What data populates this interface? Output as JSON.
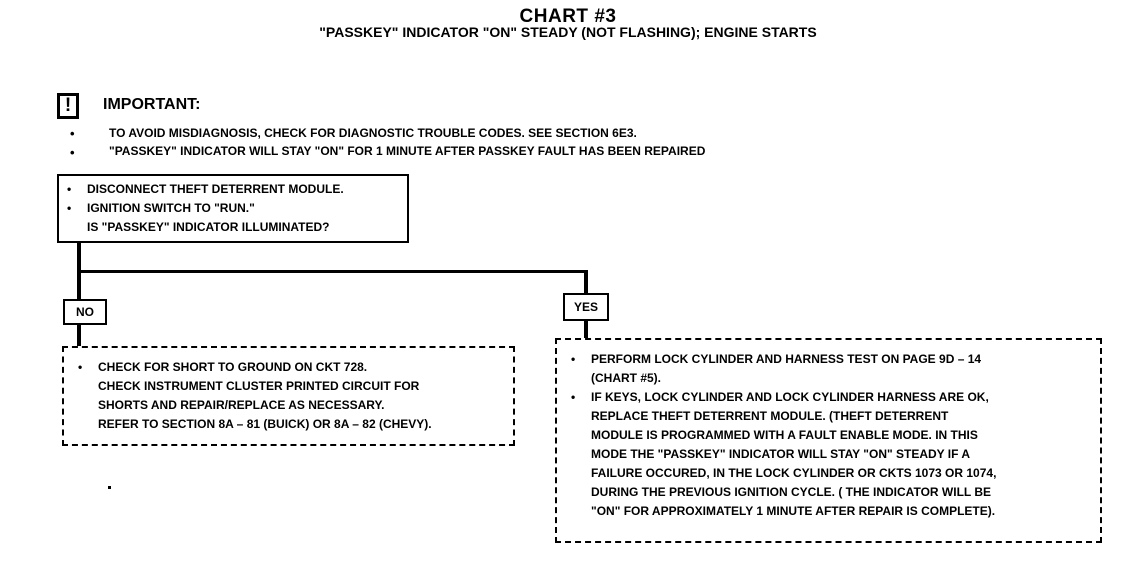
{
  "title": "CHART #3",
  "subtitle": "\"PASSKEY\" INDICATOR \"ON\" STEADY (NOT FLASHING); ENGINE STARTS",
  "important": {
    "icon": "exclamation-icon",
    "label": "IMPORTANT:",
    "notes": [
      "TO AVOID MISDIAGNOSIS, CHECK FOR DIAGNOSTIC TROUBLE CODES. SEE SECTION 6E3.",
      "\"PASSKEY\" INDICATOR WILL STAY \"ON\" FOR 1 MINUTE AFTER PASSKEY FAULT HAS BEEN REPAIRED"
    ]
  },
  "start_step": {
    "bullets": [
      "DISCONNECT THEFT DETERRENT MODULE.",
      "IGNITION SWITCH TO \"RUN.\""
    ],
    "question": "IS \"PASSKEY\" INDICATOR ILLUMINATED?"
  },
  "branches": {
    "no_label": "NO",
    "yes_label": "YES"
  },
  "no_action": {
    "lines": [
      "CHECK FOR SHORT TO GROUND ON CKT 728.",
      "CHECK INSTRUMENT CLUSTER PRINTED CIRCUIT FOR",
      "SHORTS AND REPAIR/REPLACE AS NECESSARY.",
      "REFER TO SECTION 8A – 81 (BUICK) OR 8A – 82 (CHEVY)."
    ]
  },
  "yes_action": {
    "item1": [
      "PERFORM LOCK CYLINDER AND HARNESS TEST ON PAGE 9D – 14",
      "(CHART #5)."
    ],
    "item2": [
      "IF KEYS, LOCK CYLINDER AND LOCK CYLINDER HARNESS ARE OK,",
      "REPLACE THEFT DETERRENT MODULE. (THEFT DETERRENT",
      "MODULE IS PROGRAMMED WITH A FAULT ENABLE MODE. IN THIS",
      "MODE THE \"PASSKEY\" INDICATOR WILL STAY \"ON\" STEADY IF A",
      "FAILURE OCCURED, IN THE LOCK CYLINDER OR CKTS 1073 OR 1074,",
      "DURING THE PREVIOUS IGNITION CYCLE. ( THE INDICATOR WILL BE",
      "\"ON\" FOR APPROXIMATELY 1 MINUTE AFTER REPAIR IS COMPLETE)."
    ]
  },
  "bullet_char": "•"
}
